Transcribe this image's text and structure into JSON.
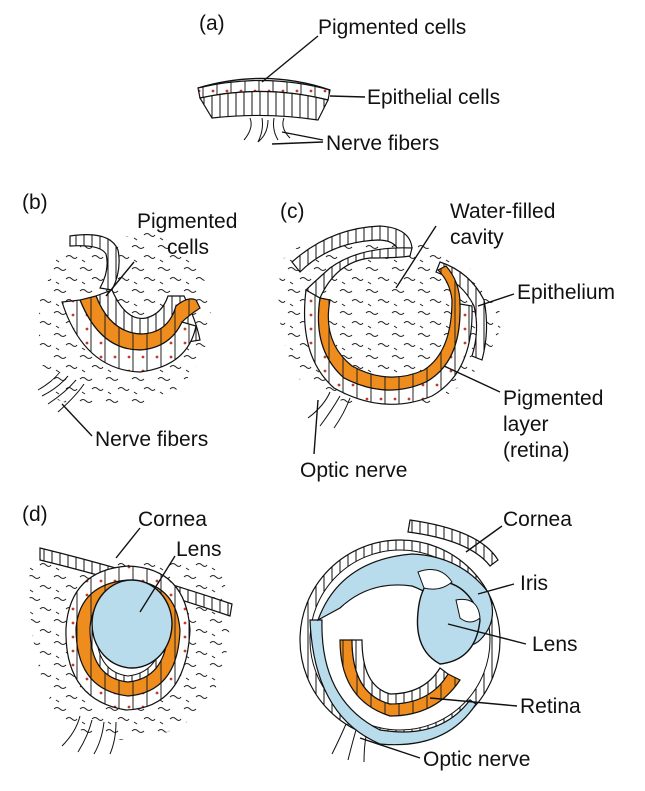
{
  "panels": {
    "a": {
      "tag": "(a)",
      "labels": {
        "pigmented_cells": "Pigmented cells",
        "epithelial_cells": "Epithelial cells",
        "nerve_fibers": "Nerve fibers"
      }
    },
    "b": {
      "tag": "(b)",
      "labels": {
        "pigmented_1": "Pigmented",
        "pigmented_2": "cells",
        "nerve_fibers": "Nerve fibers"
      }
    },
    "c": {
      "tag": "(c)",
      "labels": {
        "water_1": "Water-filled",
        "water_2": "cavity",
        "epithelium": "Epithelium",
        "pigmented_1": "Pigmented",
        "pigmented_2": "layer",
        "pigmented_3": "(retina)",
        "optic_nerve": "Optic nerve"
      }
    },
    "d": {
      "tag": "(d)",
      "labels": {
        "cornea": "Cornea",
        "lens": "Lens"
      }
    },
    "e": {
      "labels": {
        "cornea": "Cornea",
        "iris": "Iris",
        "lens": "Lens",
        "retina": "Retina",
        "optic_nerve": "Optic nerve"
      }
    }
  },
  "colors": {
    "pigment": "#ee8c1e",
    "lens": "#b9dced",
    "line": "#111111"
  }
}
